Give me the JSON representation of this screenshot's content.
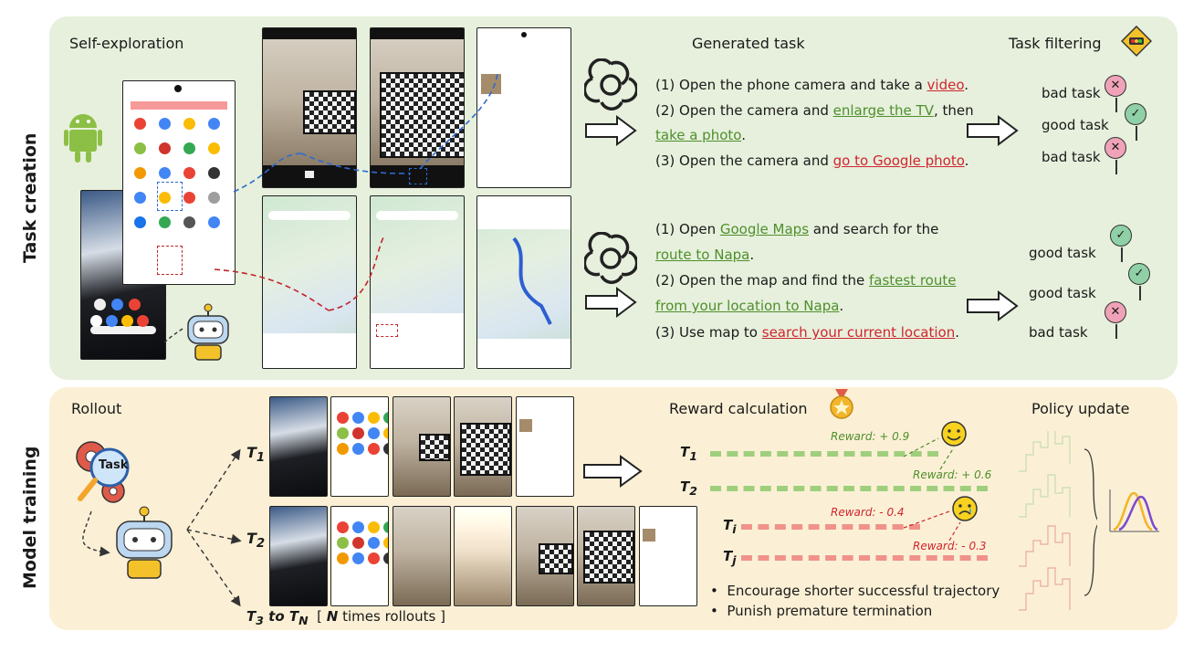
{
  "side_labels": {
    "top": "Task creation",
    "bottom": "Model training"
  },
  "task_creation": {
    "self_exploration_title": "Self-exploration",
    "generated_task_title": "Generated task",
    "task_filtering_title": "Task filtering",
    "group1_tasks": [
      {
        "num": "(1)",
        "pre": "Open the phone camera and take a ",
        "hl": "video",
        "post": ".",
        "hl_color": "red"
      },
      {
        "num": "(2)",
        "pre": "Open the camera and ",
        "hl": "enlarge the TV",
        "post": ", then",
        "hl_color": "green"
      },
      {
        "num": "",
        "pre": "",
        "hl": "take a photo",
        "post": ".",
        "hl_color": "green"
      },
      {
        "num": "(3)",
        "pre": "Open the camera and ",
        "hl": "go to Google photo",
        "post": ".",
        "hl_color": "red"
      }
    ],
    "group2_tasks": [
      {
        "num": "(1)",
        "pre": "Open ",
        "hl": "Google Maps",
        "post": " and search for the",
        "hl_color": "green"
      },
      {
        "num": "",
        "pre": "",
        "hl": "route to Napa",
        "post": ".",
        "hl_color": "green"
      },
      {
        "num": "(2)",
        "pre": "Open the map and find the ",
        "hl": "fastest route",
        "post": "",
        "hl_color": "green"
      },
      {
        "num": "",
        "pre": "",
        "hl": "from your location to Napa",
        "post": ".",
        "hl_color": "green"
      },
      {
        "num": "(3)",
        "pre": "Use map to ",
        "hl": "search your current location",
        "post": ".",
        "hl_color": "red"
      }
    ],
    "filter1": [
      "bad task",
      "good task",
      "bad task"
    ],
    "filter2": [
      "good task",
      "good task",
      "bad task"
    ]
  },
  "model_training": {
    "rollout_title": "Rollout",
    "task_badge": "Task",
    "t1": "T",
    "t1_sub": "1",
    "t2": "T",
    "t2_sub": "2",
    "tn_a": "T",
    "tn_a_sub": "3",
    "tn_to": "to",
    "tn_b": "T",
    "tn_b_sub": "N",
    "rollout_note_a": "[ ",
    "rollout_note_n": "N",
    "rollout_note_b": " times rollouts ]",
    "reward_title": "Reward calculation",
    "rows": [
      {
        "label": "T",
        "sub": "1",
        "color": "green"
      },
      {
        "label": "T",
        "sub": "2",
        "color": "green"
      },
      {
        "label": "T",
        "sub": "i",
        "color": "red"
      },
      {
        "label": "T",
        "sub": "j",
        "color": "red"
      }
    ],
    "rewards": [
      "Reward: + 0.9",
      "Reward: + 0.6",
      "Reward: - 0.4",
      "Reward: - 0.3"
    ],
    "bullets": [
      "Encourage shorter successful trajectory",
      "Punish premature termination"
    ],
    "policy_title": "Policy update"
  },
  "colors": {
    "green_text": "#4f8f2c",
    "red_text": "#d1242f",
    "green_bar": "#9fcf7d",
    "red_bar": "#f0928a",
    "top_bg": "#e6f0dc",
    "bottom_bg": "#fbf0d5"
  }
}
